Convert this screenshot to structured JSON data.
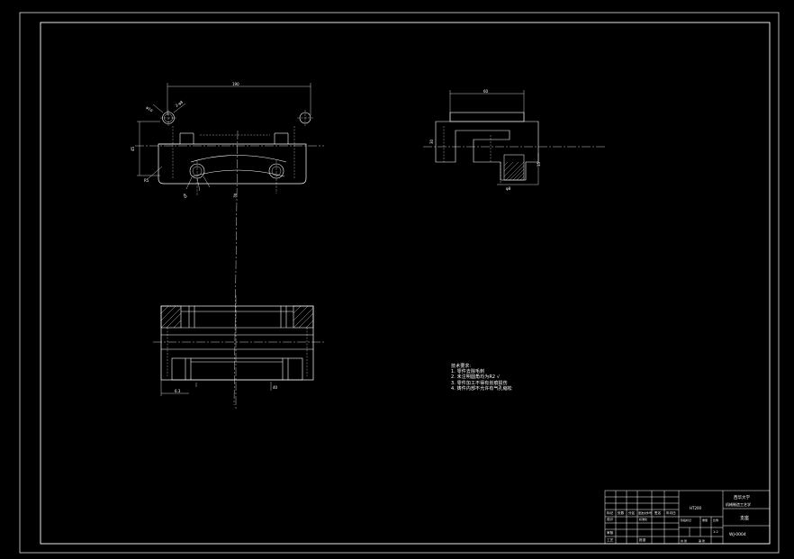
{
  "drawing": {
    "background": "#000000",
    "line_color": "#ffffff",
    "center_line_color": "#ffffff"
  },
  "top_view": {
    "dims": [
      "190",
      "45",
      "2-φ8",
      "φ10",
      "R5",
      "40",
      "30"
    ]
  },
  "side_view": {
    "dims": [
      "60",
      "30",
      "15",
      "φ8"
    ]
  },
  "front_view": {
    "dims": [
      "6.3",
      "40"
    ]
  },
  "notes": {
    "title": "技术要求:",
    "items": [
      "1. 零件去除毛刺",
      "2. 未注明圆角均为R2 √",
      "3. 零件加工不得有划痕损伤",
      "4. 铸件内部不允许有气孔缩松"
    ]
  },
  "title_block": {
    "school": "西华大学",
    "course": "机械制造工艺学",
    "part_name": "支座",
    "drawing_no": "WJ-0004",
    "scale": "1:2",
    "material": "HT200",
    "labels": {
      "mark": "标记",
      "count": "处数",
      "zone": "分区",
      "change_no": "更改文件号",
      "sign": "签名",
      "date": "年月日",
      "design": "设计",
      "standard": "标准化",
      "review": "审核",
      "process": "工艺",
      "approve": "批准",
      "stage": "阶段标记",
      "weight": "重量",
      "ratio": "比例",
      "sheets": "共 张",
      "sheet": "第 张"
    }
  }
}
